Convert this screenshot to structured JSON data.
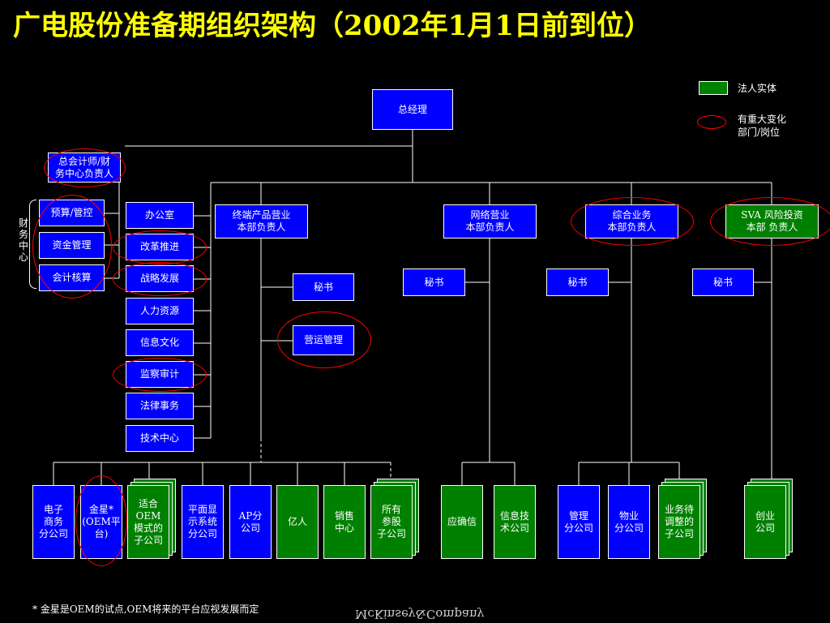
{
  "title": "广电股份准备期组织架构（2002年1月1日前到位）",
  "legend": {
    "entity": "法人实体",
    "change": "有重大变化\n部门/岗位"
  },
  "top": {
    "gm": "总经理",
    "cfo": "总会计师/财\n务中心负责人"
  },
  "finance": {
    "label": "财\n务\n中\n心",
    "items": [
      "预算/管控",
      "资金管理",
      "会计核算"
    ]
  },
  "staff": [
    "办公室",
    "改革推进",
    "战略发展",
    "人力资源",
    "信息文化",
    "监察审计",
    "法律事务",
    "技术中心"
  ],
  "divisions": [
    "终端产品营业\n本部负责人",
    "网络营业\n本部负责人",
    "综合业务\n本部负责人",
    "SVA 风险投资\n本部 负责人"
  ],
  "secretary": "秘书",
  "operations": "营运管理",
  "subsidiaries": [
    "电子\n商务\n分公司",
    "金星*\n(OEM平\n台)",
    "适合\nOEM\n模式的\n子公司",
    "平面显\n示系统\n分公司",
    "AP分\n公司",
    "亿人",
    "销售\n中心",
    "所有\n参股\n子公司",
    "应确信",
    "信息技\n术公司",
    "管理\n分公司",
    "物业\n分公司",
    "业务待\n调整的\n子公司",
    "创业\n公司"
  ],
  "footnote": "* 金星是OEM的试点,OEM将来的平台应视发展而定",
  "brand": "McKinsey&Company",
  "colors": {
    "title": "#ffff00",
    "blue": "#0000ff",
    "green": "#008000",
    "highlight": "#ff0000"
  }
}
